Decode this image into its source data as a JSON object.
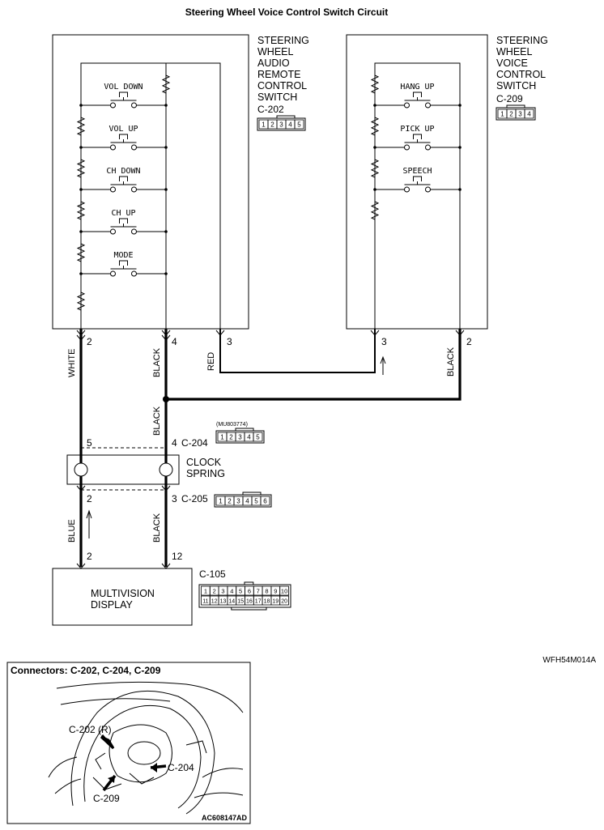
{
  "title": "Steering Wheel Voice Control Switch Circuit",
  "audio_switch": {
    "label_lines": [
      "STEERING",
      "WHEEL",
      "AUDIO",
      "REMOTE",
      "CONTROL",
      "SWITCH"
    ],
    "connector": "C-202",
    "connector_pins": [
      "1",
      "2",
      "3",
      "4",
      "5"
    ],
    "switches": [
      "VOL DOWN",
      "VOL UP",
      "CH DOWN",
      "CH UP",
      "MODE"
    ],
    "pins": {
      "left": "2",
      "middle": "4",
      "right": "3"
    }
  },
  "voice_switch": {
    "label_lines": [
      "STEERING",
      "WHEEL",
      "VOICE",
      "CONTROL",
      "SWITCH"
    ],
    "connector": "C-209",
    "connector_pins": [
      "1",
      "2",
      "3",
      "4"
    ],
    "switches": [
      "HANG UP",
      "PICK UP",
      "SPEECH"
    ],
    "pins": {
      "left": "3",
      "right": "2"
    }
  },
  "wires": {
    "white": "WHITE",
    "black_a": "BLACK",
    "red": "RED",
    "black_b": "BLACK",
    "black_c": "BLACK",
    "blue": "BLUE",
    "black_d": "BLACK"
  },
  "clock_spring": {
    "label_lines": [
      "CLOCK",
      "SPRING"
    ],
    "top_pin_left": "5",
    "top_pin_right": "4",
    "top_connector": "C-204",
    "top_part_no": "(MU803774)",
    "top_pins": [
      "1",
      "2",
      "3",
      "4",
      "5"
    ],
    "bottom_pin_left": "2",
    "bottom_pin_right": "3",
    "bottom_connector": "C-205",
    "bottom_pins": [
      "1",
      "2",
      "3",
      "4",
      "5",
      "6"
    ]
  },
  "display": {
    "label_lines": [
      "MULTIVISION",
      "DISPLAY"
    ],
    "pin_left": "2",
    "pin_right": "12",
    "connector": "C-105",
    "pins_row1": [
      "1",
      "2",
      "3",
      "4",
      "5",
      "6",
      "7",
      "8",
      "9",
      "10"
    ],
    "pins_row2": [
      "11",
      "12",
      "13",
      "14",
      "15",
      "16",
      "17",
      "18",
      "19",
      "20"
    ]
  },
  "diagram_code": "WFH54M014A",
  "inset": {
    "title": "Connectors: C-202, C-204, C-209",
    "label_c202": "C-202 (R)",
    "label_c204": "C-204",
    "label_c209": "C-209",
    "code": "AC608147AD"
  }
}
